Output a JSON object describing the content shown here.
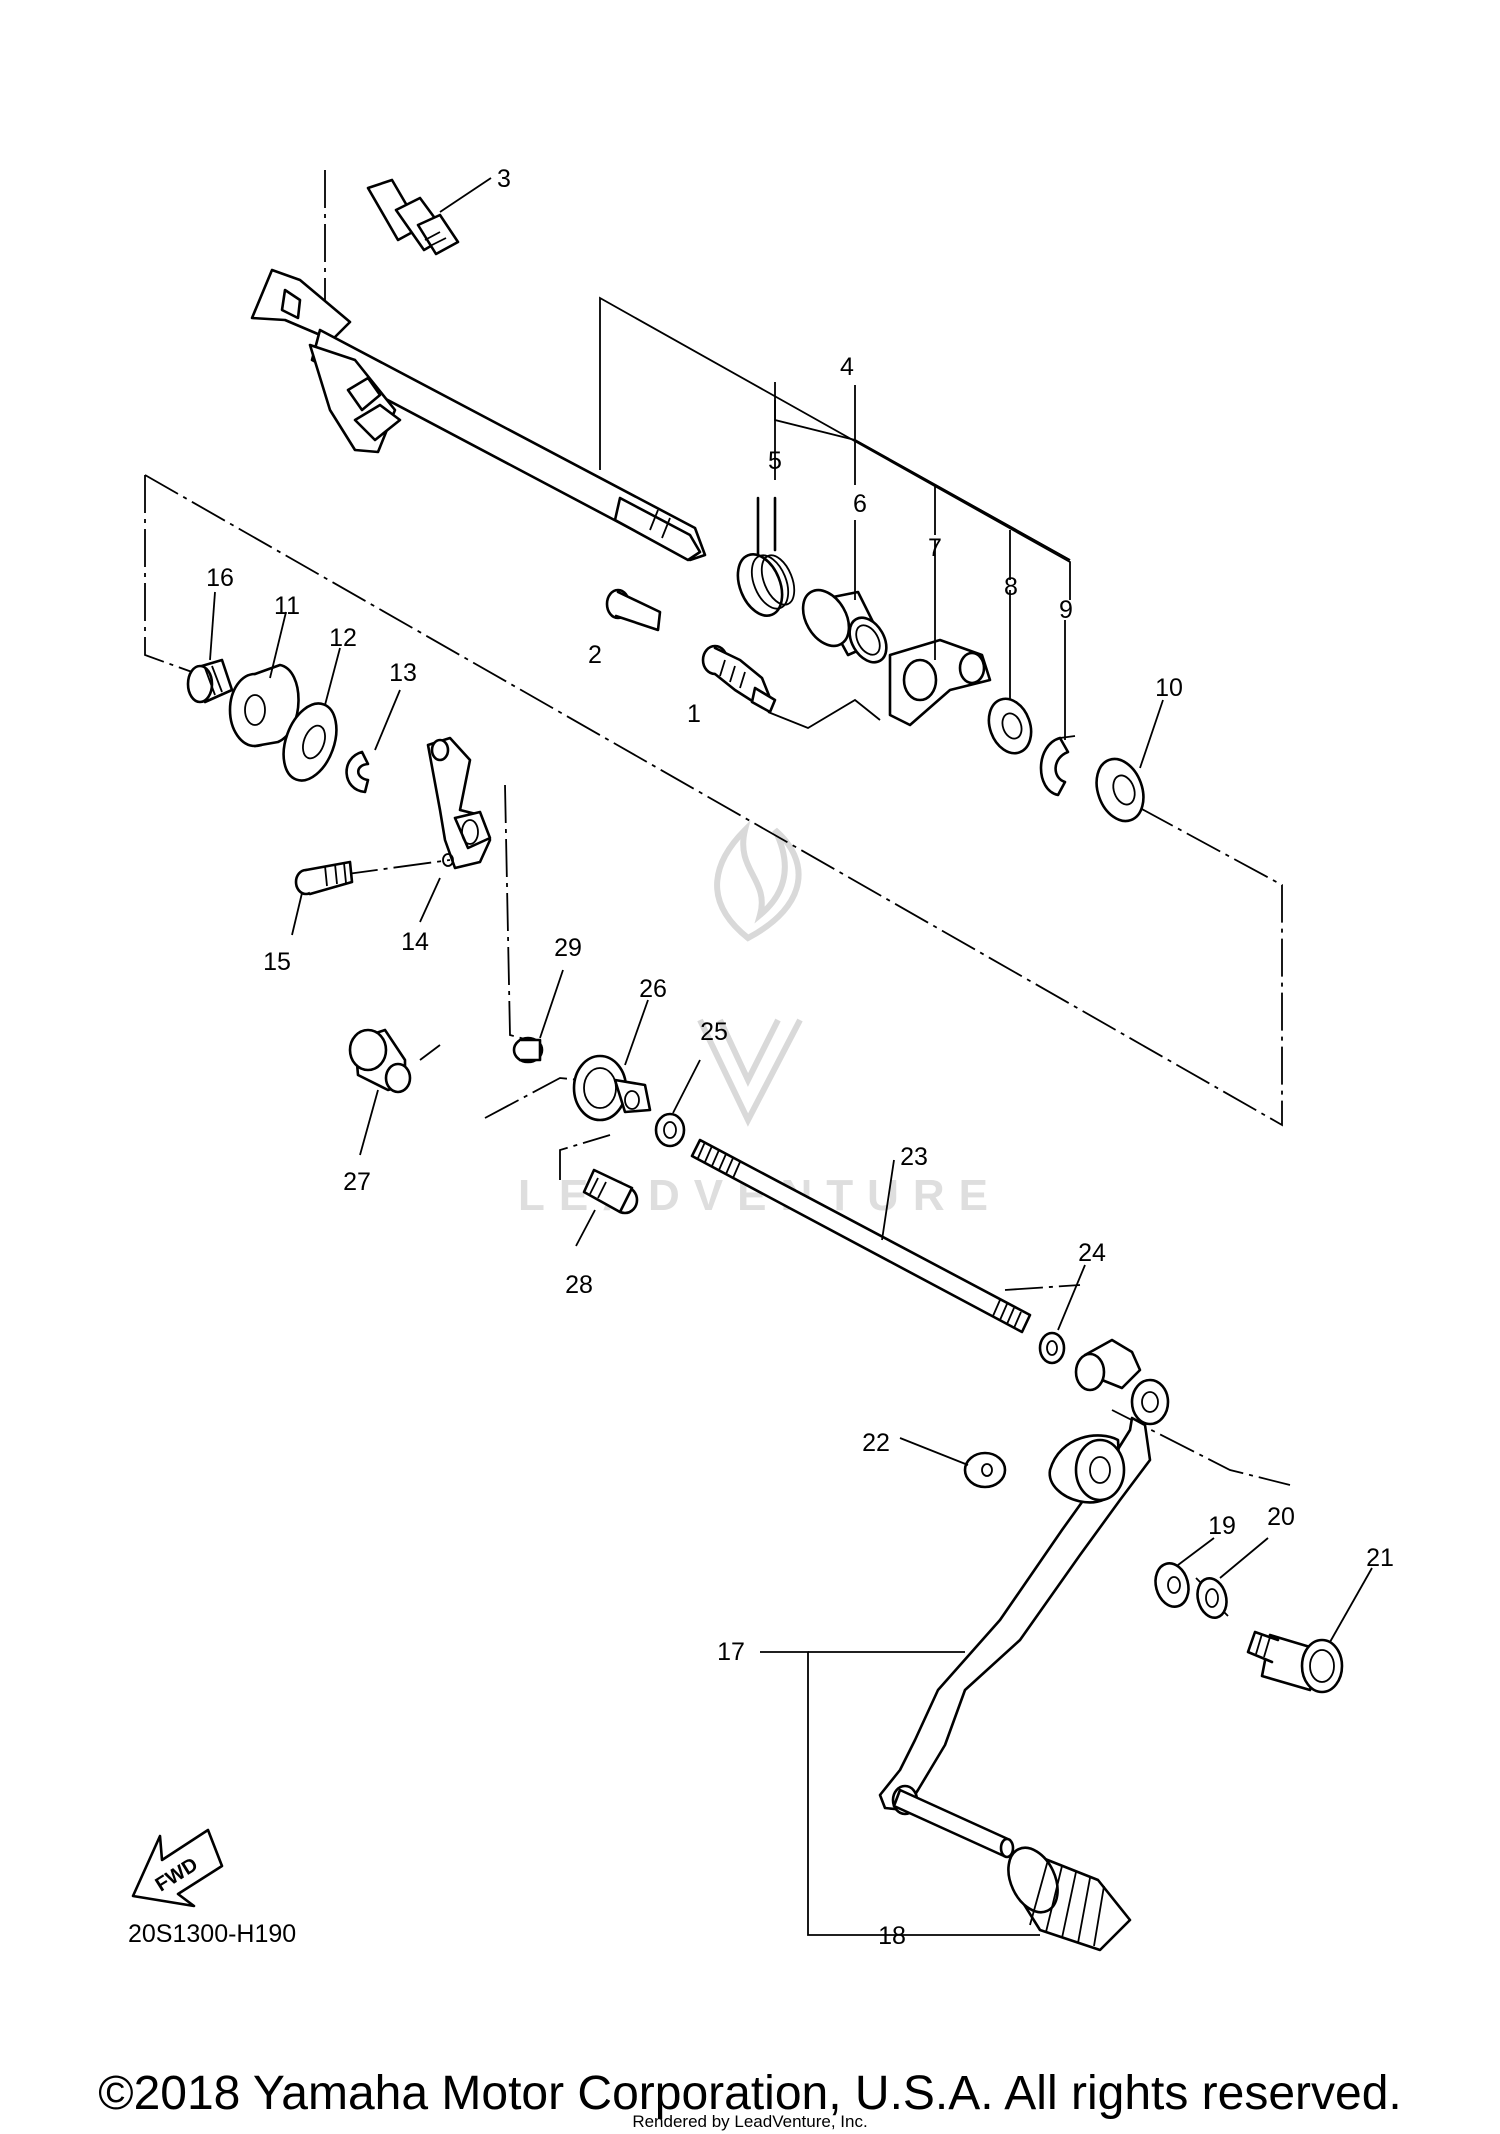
{
  "diagram_code": "20S1300-H190",
  "fwd_label": "FWD",
  "watermark": "LEADVENTURE",
  "copyright": "©2018 Yamaha Motor Corporation, U.S.A. All rights reserved.",
  "rendered_by": "Rendered by LeadVenture, Inc.",
  "callouts": [
    "1",
    "2",
    "3",
    "4",
    "5",
    "6",
    "7",
    "8",
    "9",
    "10",
    "11",
    "12",
    "13",
    "14",
    "15",
    "16",
    "17",
    "18",
    "19",
    "20",
    "21",
    "22",
    "23",
    "24",
    "25",
    "26",
    "27",
    "28",
    "29"
  ]
}
